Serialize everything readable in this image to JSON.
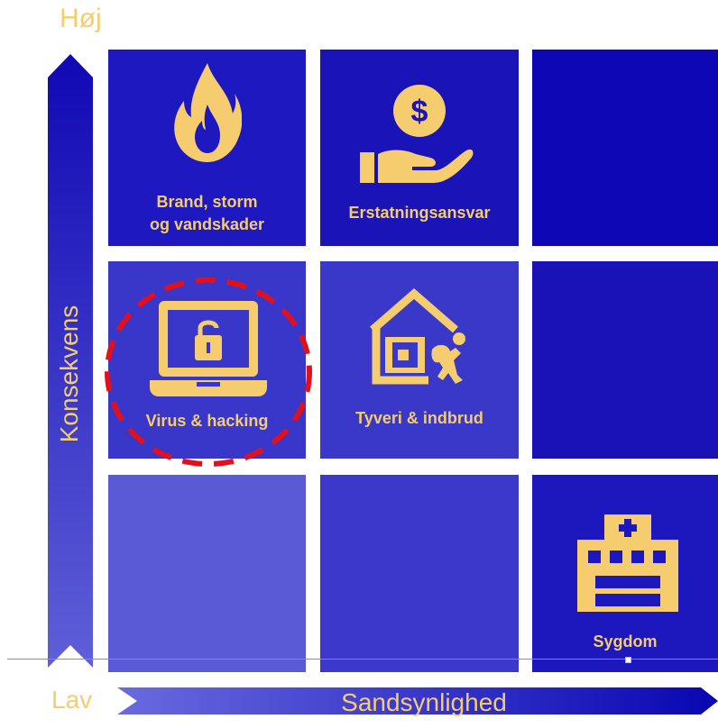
{
  "axes": {
    "high_label": "Høj",
    "low_label": "Lav",
    "y_title": "Konsekvens",
    "x_title": "Sandsynlighed"
  },
  "colors": {
    "label": "#f5cd6e",
    "highlight": "#e3101b"
  },
  "matrix": {
    "cells": [
      {
        "row": "høj",
        "col": 1,
        "label_lines": [
          "Brand, storm",
          "og vandskader"
        ],
        "icon": "fire-icon",
        "color": "#1e18c0"
      },
      {
        "row": "høj",
        "col": 2,
        "label_lines": [
          "Erstatningsansvar"
        ],
        "icon": "money-hand-icon",
        "color": "#1a13b8"
      },
      {
        "row": "høj",
        "col": 3,
        "label_lines": [],
        "icon": "",
        "color": "#0d07b4"
      },
      {
        "row": "mellem",
        "col": 1,
        "label_lines": [
          "Virus & hacking"
        ],
        "icon": "laptop-lock-icon",
        "color": "#3937ca"
      },
      {
        "row": "mellem",
        "col": 2,
        "label_lines": [
          "Tyveri & indbrud"
        ],
        "icon": "burglar-house-icon",
        "color": "#3a38c8"
      },
      {
        "row": "mellem",
        "col": 3,
        "label_lines": [],
        "icon": "",
        "color": "#1a12b6"
      },
      {
        "row": "lav",
        "col": 1,
        "label_lines": [],
        "icon": "",
        "color": "#5a5ad6"
      },
      {
        "row": "lav",
        "col": 2,
        "label_lines": [],
        "icon": "",
        "color": "#3c38cc"
      },
      {
        "row": "lav",
        "col": 3,
        "label_lines": [
          "Sygdom"
        ],
        "icon": "hospital-icon",
        "color": "#1d17be"
      }
    ],
    "highlighted_cell": "Virus & hacking"
  }
}
